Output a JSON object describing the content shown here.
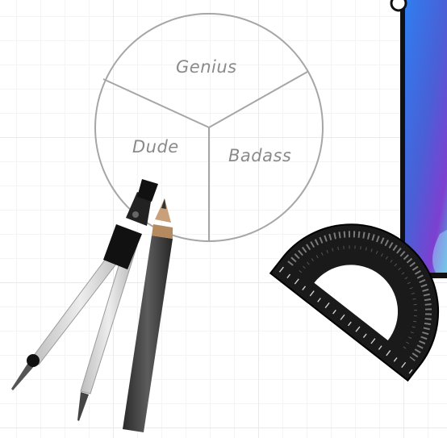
{
  "diagram": {
    "segments": [
      {
        "id": "genius",
        "label": "Genius"
      },
      {
        "id": "dude",
        "label": "Dude"
      },
      {
        "id": "badass",
        "label": "Badass"
      }
    ]
  },
  "colors": {
    "grid_line": "#e8eaec",
    "circle_stroke": "#a6a6a6",
    "label_text": "#8a8a8a",
    "protractor": "#1a1a1a",
    "screen_gradient_start": "#3b6fd8",
    "screen_gradient_end": "#7b3fc4"
  },
  "props": {
    "compass": "compass-icon",
    "pencil": "pencil-icon",
    "protractor": "protractor-icon",
    "tablet": "tablet-screen-image"
  }
}
